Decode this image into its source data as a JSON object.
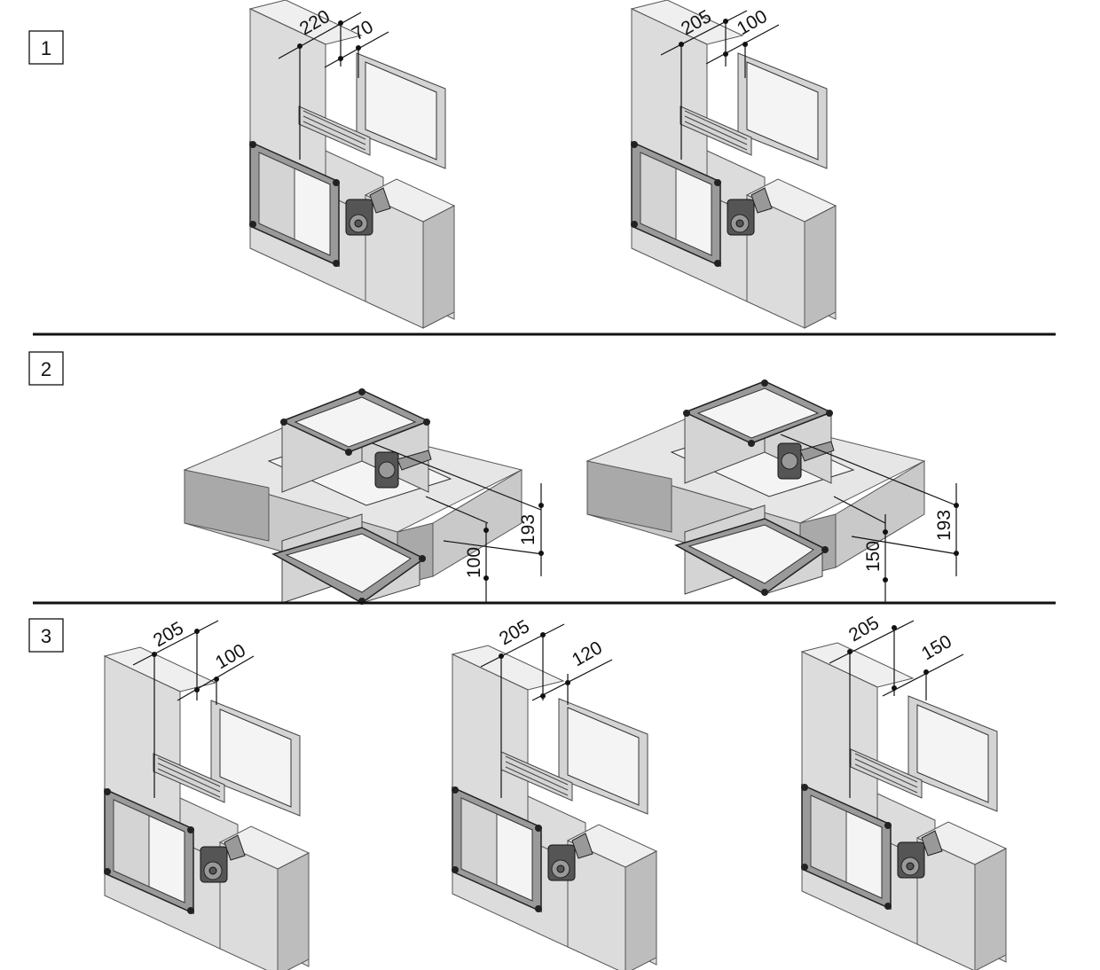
{
  "sections": [
    {
      "number": "1",
      "figures": [
        {
          "dims": [
            "220",
            "70"
          ]
        },
        {
          "dims": [
            "205",
            "100"
          ]
        }
      ]
    },
    {
      "number": "2",
      "figures": [
        {
          "dims": [
            "193",
            "100"
          ]
        },
        {
          "dims": [
            "193",
            "150"
          ]
        }
      ]
    },
    {
      "number": "3",
      "figures": [
        {
          "dims": [
            "205",
            "100"
          ]
        },
        {
          "dims": [
            "205",
            "120"
          ]
        },
        {
          "dims": [
            "205",
            "150"
          ]
        }
      ]
    }
  ],
  "colors": {
    "ink": "#111111",
    "wall": "#dcdcdc",
    "frame": "#9a9a9a"
  }
}
